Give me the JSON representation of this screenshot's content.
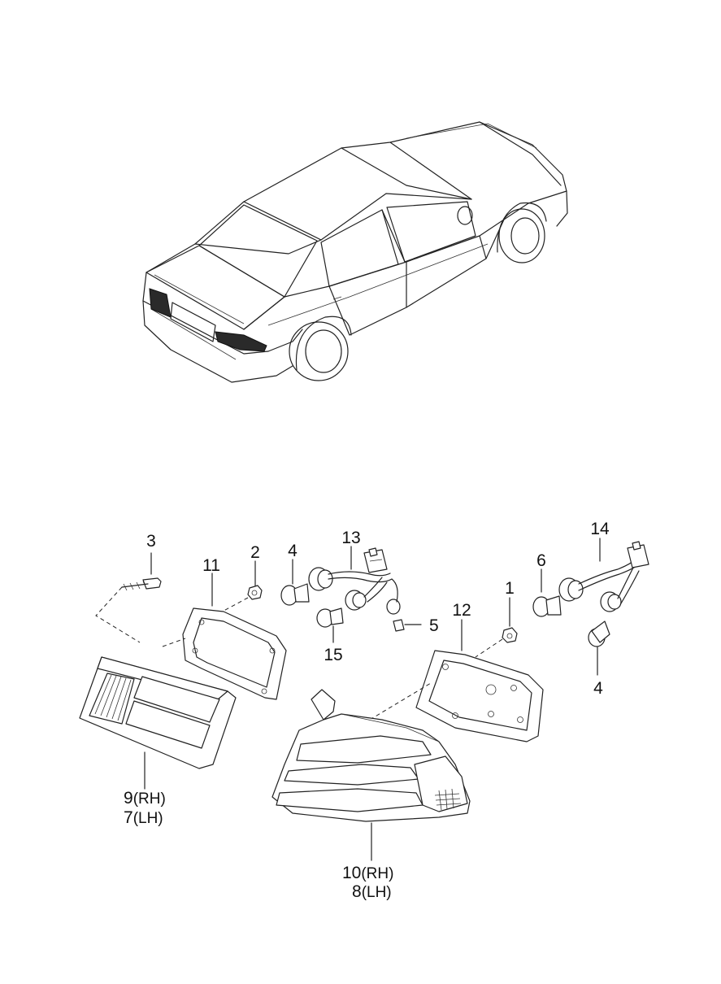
{
  "callouts": {
    "c1": "1",
    "c2": "2",
    "c3": "3",
    "c4a": "4",
    "c4b": "4",
    "c5": "5",
    "c6": "6",
    "c11": "11",
    "c12": "12",
    "c13": "13",
    "c14": "14",
    "c15": "15",
    "c9": "9",
    "c9_side": "(RH)",
    "c7": "7",
    "c7_side": "(LH)",
    "c10": "10",
    "c10_side": "(RH)",
    "c8": "8",
    "c8_side": "(LH)"
  }
}
